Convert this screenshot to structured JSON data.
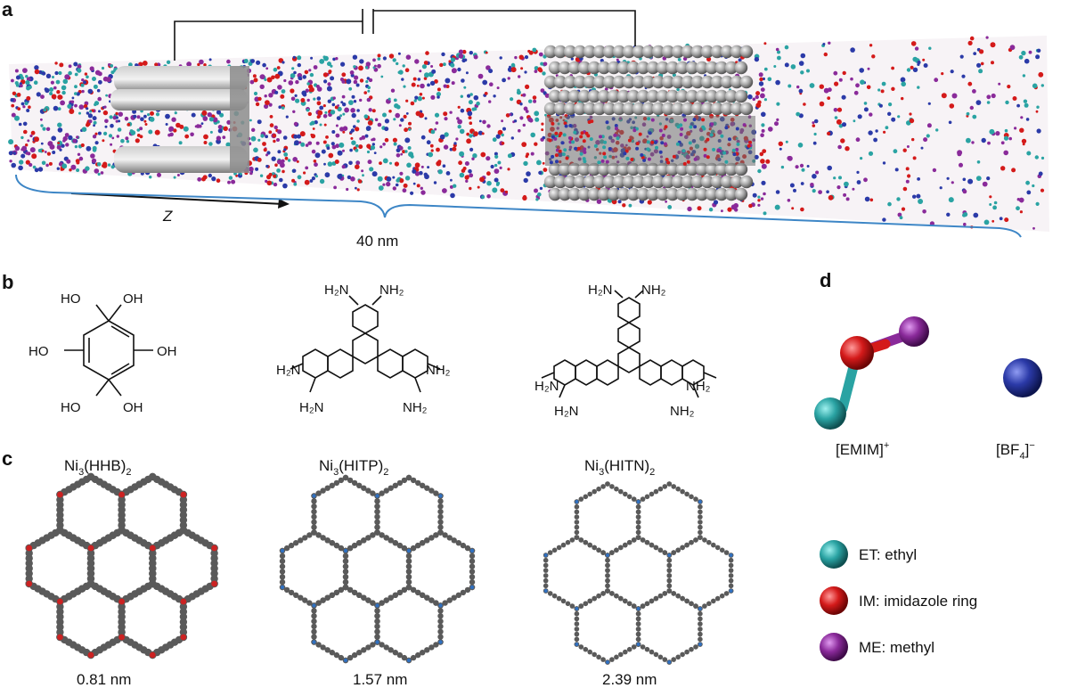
{
  "panels": {
    "a": {
      "letter": "a",
      "axis_label": "Z",
      "length_label": "40 nm"
    },
    "b": {
      "letter": "b",
      "hhb_groups": [
        "HO",
        "OH",
        "HO",
        "OH",
        "HO",
        "OH"
      ],
      "hitp_groups": [
        "H2N",
        "NH2",
        "H2N",
        "NH2",
        "H2N",
        "NH2"
      ],
      "hitn_groups": [
        "H2N",
        "NH2",
        "H2N",
        "NH2",
        "H2N",
        "NH2"
      ]
    },
    "c": {
      "letter": "c",
      "structures": [
        {
          "name_main": "Ni",
          "name_sub1": "3",
          "name_mid": "(HHB)",
          "name_sub2": "2",
          "pore": "0.81 nm"
        },
        {
          "name_main": "Ni",
          "name_sub1": "3",
          "name_mid": "(HITP)",
          "name_sub2": "2",
          "pore": "1.57 nm"
        },
        {
          "name_main": "Ni",
          "name_sub1": "3",
          "name_mid": "(HITN)",
          "name_sub2": "2",
          "pore": "2.39 nm"
        }
      ]
    },
    "d": {
      "letter": "d",
      "cation": {
        "text": "[EMIM]",
        "charge": "+"
      },
      "anion": {
        "text": "[BF",
        "sub": "4",
        "close": "]",
        "charge": "−"
      },
      "legend": [
        {
          "label": "ET: ethyl",
          "color": "#2aa3a3"
        },
        {
          "label": "IM: imidazole ring",
          "color": "#d41a1a"
        },
        {
          "label": "ME: methyl",
          "color": "#8a2a9a"
        }
      ]
    }
  },
  "colors": {
    "electrode": "#9a9a9a",
    "anion": "#2b3aa8",
    "bracket": "#3d86c6",
    "carbon": "#555555",
    "oxygen": "#cc2222",
    "nickel": "#8fd14f",
    "nitrogen": "#3070c0"
  }
}
